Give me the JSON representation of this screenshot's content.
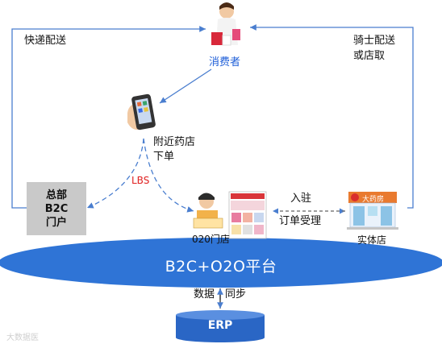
{
  "labels": {
    "consumer": "消费者",
    "express": "快递配送",
    "rider": [
      "骑士配送",
      "或店取"
    ],
    "nearby": [
      "附近药店",
      "下单"
    ],
    "hq": [
      "总部",
      "B2C",
      "门户"
    ],
    "lbs": "LBS",
    "o2o_store": "020门店",
    "settle": "入驻",
    "order": "订单受理",
    "physical_store": "实体店",
    "platform": "B2C+O2O平台",
    "data": "数据",
    "sync": "同步",
    "erp": "ERP",
    "store_sign": "大药房",
    "watermark": "大数据医"
  },
  "colors": {
    "arrow": "#4a7ecf",
    "platform": "#2f74d6",
    "erp": "#2a66c5",
    "hq_box": "#c9c9c9",
    "lbs": "#e02020"
  },
  "icons": [
    "shopper-icon",
    "phone-icon",
    "pharmacist-icon",
    "webpage-icon",
    "pharmacy-store-icon"
  ]
}
